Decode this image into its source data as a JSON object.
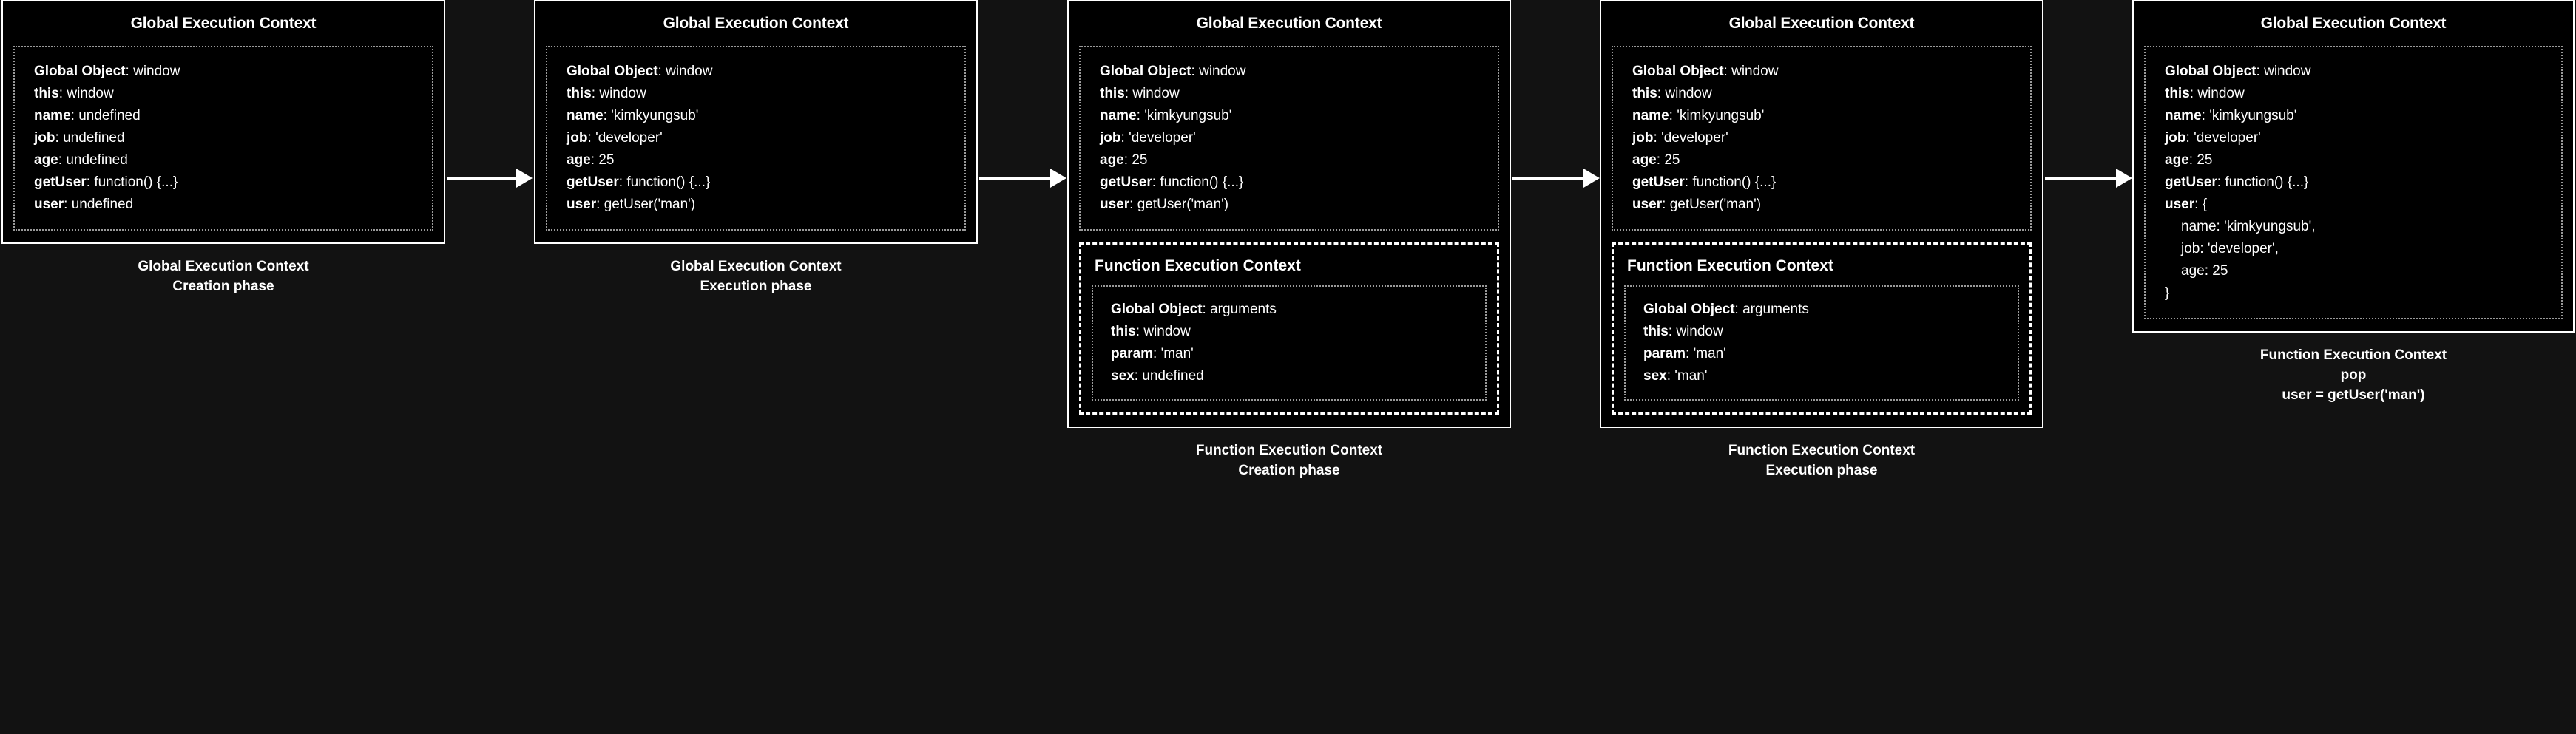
{
  "diagram": {
    "title": "JavaScript Execution Context lifecycle",
    "background_color": "#121212",
    "panel_background_color": "#000000",
    "border_color": "#ffffff"
  },
  "panels": [
    {
      "id": "panel-1",
      "box_title": "Global Execution Context",
      "env_rows": [
        {
          "key": "Global Object",
          "value": "window"
        },
        {
          "key": "this",
          "value": "window"
        },
        {
          "key": "name",
          "value": "undefined"
        },
        {
          "key": "job",
          "value": "undefined"
        },
        {
          "key": "age",
          "value": "undefined"
        },
        {
          "key": "getUser",
          "value": "function() {...}"
        },
        {
          "key": "user",
          "value": "undefined"
        }
      ],
      "caption": "Global Execution Context\nCreation phase"
    },
    {
      "id": "panel-2",
      "box_title": "Global Execution Context",
      "env_rows": [
        {
          "key": "Global Object",
          "value": "window"
        },
        {
          "key": "this",
          "value": "window"
        },
        {
          "key": "name",
          "value": "'kimkyungsub'"
        },
        {
          "key": "job",
          "value": "'developer'"
        },
        {
          "key": "age",
          "value": "25"
        },
        {
          "key": "getUser",
          "value": "function() {...}"
        },
        {
          "key": "user",
          "value": "getUser('man')"
        }
      ],
      "caption": "Global Execution Context\nExecution phase"
    },
    {
      "id": "panel-3",
      "box_title": "Global Execution Context",
      "env_rows": [
        {
          "key": "Global Object",
          "value": "window"
        },
        {
          "key": "this",
          "value": "window"
        },
        {
          "key": "name",
          "value": "'kimkyungsub'"
        },
        {
          "key": "job",
          "value": "'developer'"
        },
        {
          "key": "age",
          "value": "25"
        },
        {
          "key": "getUser",
          "value": "function() {...}"
        },
        {
          "key": "user",
          "value": "getUser('man')"
        }
      ],
      "function_context": {
        "title": "Function Execution Context",
        "env_rows": [
          {
            "key": "Global Object",
            "value": "arguments"
          },
          {
            "key": "this",
            "value": "window"
          },
          {
            "key": "param",
            "value": "'man'"
          },
          {
            "key": "sex",
            "value": "undefined"
          }
        ]
      },
      "caption": "Function Execution Context\nCreation phase"
    },
    {
      "id": "panel-4",
      "box_title": "Global Execution Context",
      "env_rows": [
        {
          "key": "Global Object",
          "value": "window"
        },
        {
          "key": "this",
          "value": "window"
        },
        {
          "key": "name",
          "value": "'kimkyungsub'"
        },
        {
          "key": "job",
          "value": "'developer'"
        },
        {
          "key": "age",
          "value": "25"
        },
        {
          "key": "getUser",
          "value": "function() {...}"
        },
        {
          "key": "user",
          "value": "getUser('man')"
        }
      ],
      "function_context": {
        "title": "Function Execution Context",
        "env_rows": [
          {
            "key": "Global Object",
            "value": "arguments"
          },
          {
            "key": "this",
            "value": "window"
          },
          {
            "key": "param",
            "value": "'man'"
          },
          {
            "key": "sex",
            "value": "'man'"
          }
        ]
      },
      "caption": "Function Execution Context\nExecution phase"
    },
    {
      "id": "panel-5",
      "box_title": "Global Execution Context",
      "env_rows": [
        {
          "key": "Global Object",
          "value": "window"
        },
        {
          "key": "this",
          "value": "window"
        },
        {
          "key": "name",
          "value": "'kimkyungsub'"
        },
        {
          "key": "job",
          "value": "'developer'"
        },
        {
          "key": "age",
          "value": "25"
        },
        {
          "key": "getUser",
          "value": "function() {...}"
        },
        {
          "key": "user",
          "value": "{"
        }
      ],
      "env_extra_rows": [
        "name: 'kimkyungsub',",
        "job: 'developer',",
        "age: 25",
        "}"
      ],
      "caption": "Function Execution Context\npop\nuser = getUser('man')"
    }
  ],
  "arrows": [
    {
      "id": "arrow-1-to-2",
      "from": "panel-1",
      "to": "panel-2"
    },
    {
      "id": "arrow-2-to-3",
      "from": "panel-2",
      "to": "panel-3"
    },
    {
      "id": "arrow-3-to-4",
      "from": "panel-3",
      "to": "panel-4"
    },
    {
      "id": "arrow-4-to-5",
      "from": "panel-4",
      "to": "panel-5"
    }
  ]
}
